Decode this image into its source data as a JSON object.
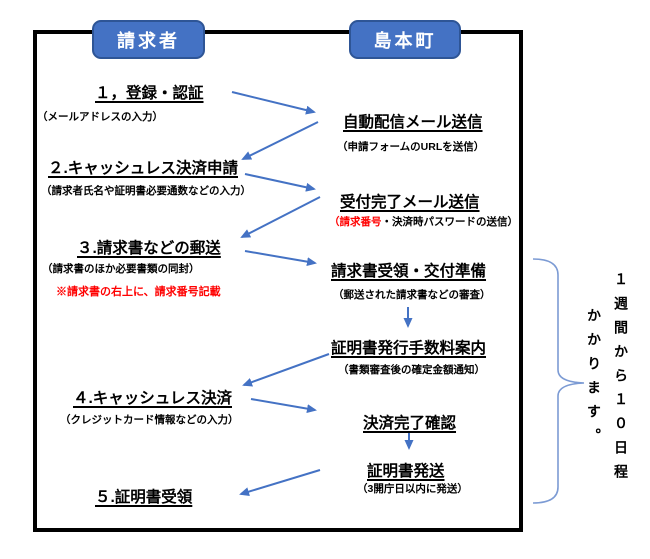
{
  "headers": {
    "requester": "請求者",
    "town": "島本町"
  },
  "left_steps": [
    {
      "title": "１，登録・認証",
      "sub": "（メールアドレスの入力）"
    },
    {
      "title": "２.キャッシュレス決済申請",
      "sub": "（請求者氏名や証明書必要通数などの入力）"
    },
    {
      "title": "３.請求書などの郵送",
      "sub": "（請求書のほか必要書類の同封）",
      "note": "※請求書の右上に、請求番号記載"
    },
    {
      "title": "４.キャッシュレス決済",
      "sub": "（クレジットカード情報などの入力）"
    },
    {
      "title": "５.証明書受領"
    }
  ],
  "right_steps": [
    {
      "title": "自動配信メール送信",
      "sub": "（申請フォームのURLを送信）"
    },
    {
      "title": "受付完了メール送信",
      "sub_red": "（請求番号",
      "sub_rest": "・決済時パスワードの送信）"
    },
    {
      "title": "請求書受領・交付準備",
      "sub": "（郵送された請求書などの審査）"
    },
    {
      "title": "証明書発行手数料案内",
      "sub": "（書類審査後の確定金額通知）"
    },
    {
      "title": "決済完了確認"
    },
    {
      "title": "証明書発送",
      "sub": "（3開庁日以内に発送）"
    }
  ],
  "side_note": "１週間から１０日程\nかかります。",
  "colors": {
    "box_fill": "#4472C4",
    "box_border": "#2E5596",
    "arrow": "#4472C4",
    "brace": "#7C9BD4",
    "red_text": "#FF0000",
    "frame": "#000000"
  }
}
